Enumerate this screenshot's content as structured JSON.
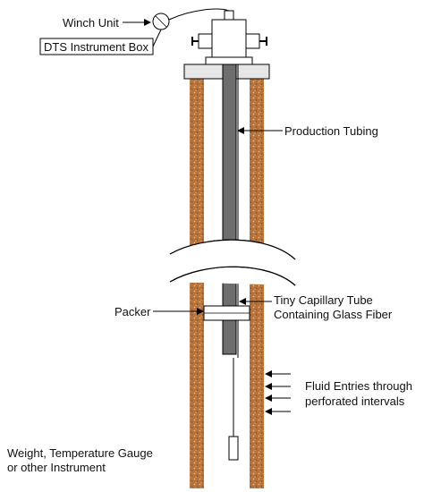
{
  "labels": {
    "winch_unit": "Winch Unit",
    "dts_box": "DTS Instrument Box",
    "production_tubing": "Production Tubing",
    "capillary_line1": "Tiny Capillary Tube",
    "capillary_line2": "Containing Glass Fiber",
    "packer": "Packer",
    "fluid_line1": "Fluid Entries through",
    "fluid_line2": "perforated intervals",
    "weight_line1": "Weight, Temperature Gauge",
    "weight_line2": "or other Instrument"
  },
  "colors": {
    "casing": "#b8733a",
    "casing_speckle": "#e8c49a",
    "tubing": "#6e6e6e",
    "line": "#000000",
    "wellhead_fill": "#ffffff",
    "flange": "#e6e6e6"
  }
}
